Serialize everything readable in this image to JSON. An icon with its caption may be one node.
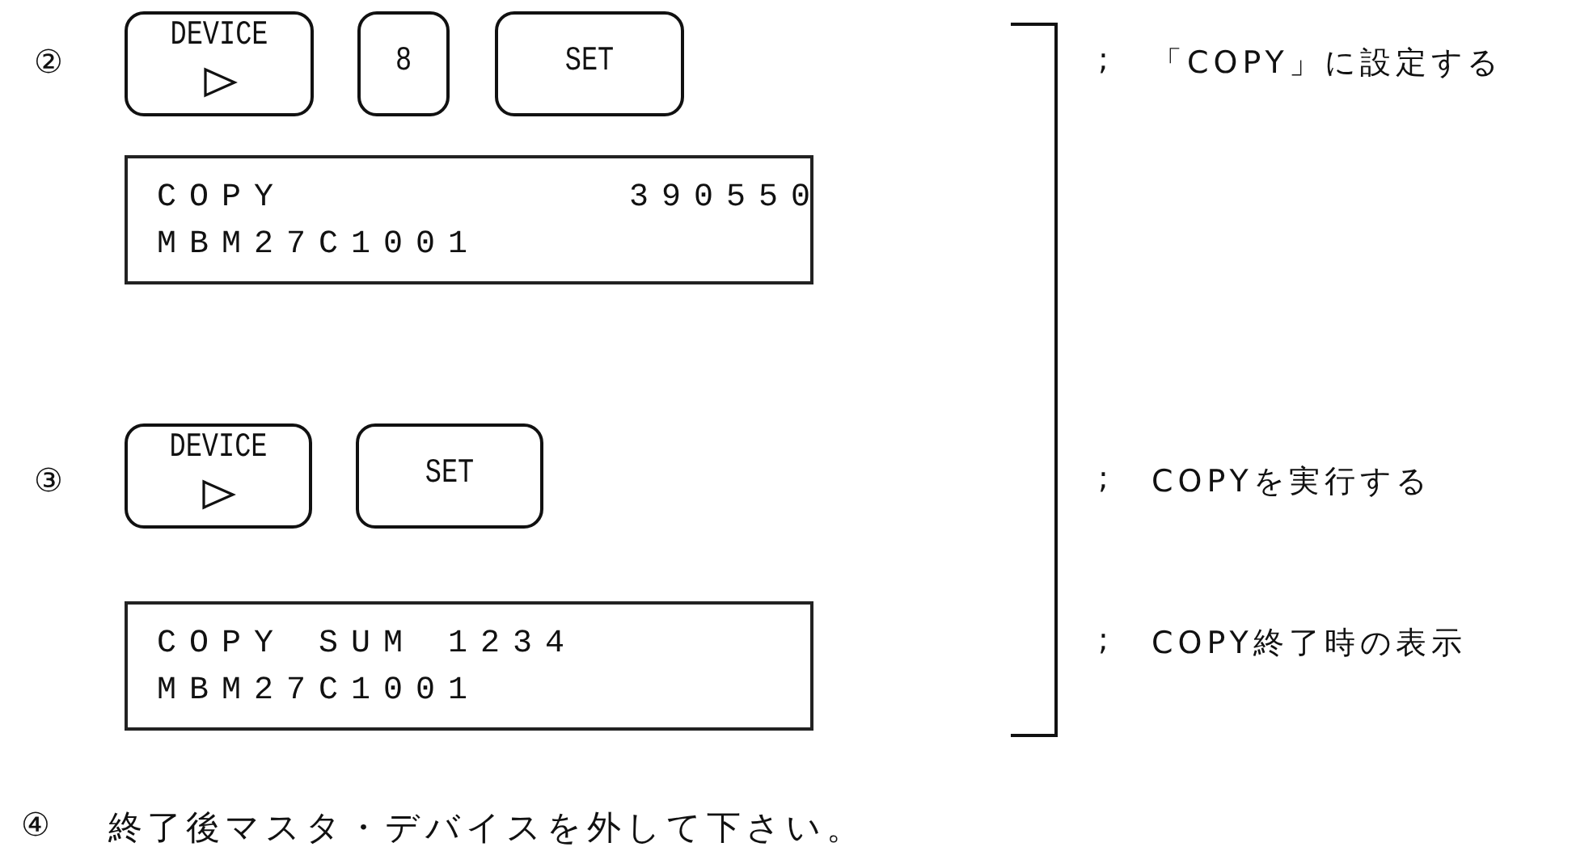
{
  "diagram": {
    "nodes": [
      {
        "text": [
          "DEVICE"
        ]
      },
      {
        "text": [
          "8"
        ]
      },
      {
        "text": [
          "SET"
        ]
      },
      {
        "text": [
          "COPY",
          "390550",
          "MBM27C1001"
        ]
      },
      {
        "text": [
          "DEVICE"
        ]
      },
      {
        "text": [
          "SET"
        ]
      },
      {
        "text": [
          "COPY SUM 1234",
          "MBM27C1001"
        ]
      }
    ],
    "labels": [
      "②",
      ";",
      "「COPY」に設定する",
      "③",
      ";",
      "COPYを実行する",
      ";",
      "COPY終了時の表示",
      "④",
      "終了後マスタ・デバイスを外して下さい。"
    ]
  }
}
